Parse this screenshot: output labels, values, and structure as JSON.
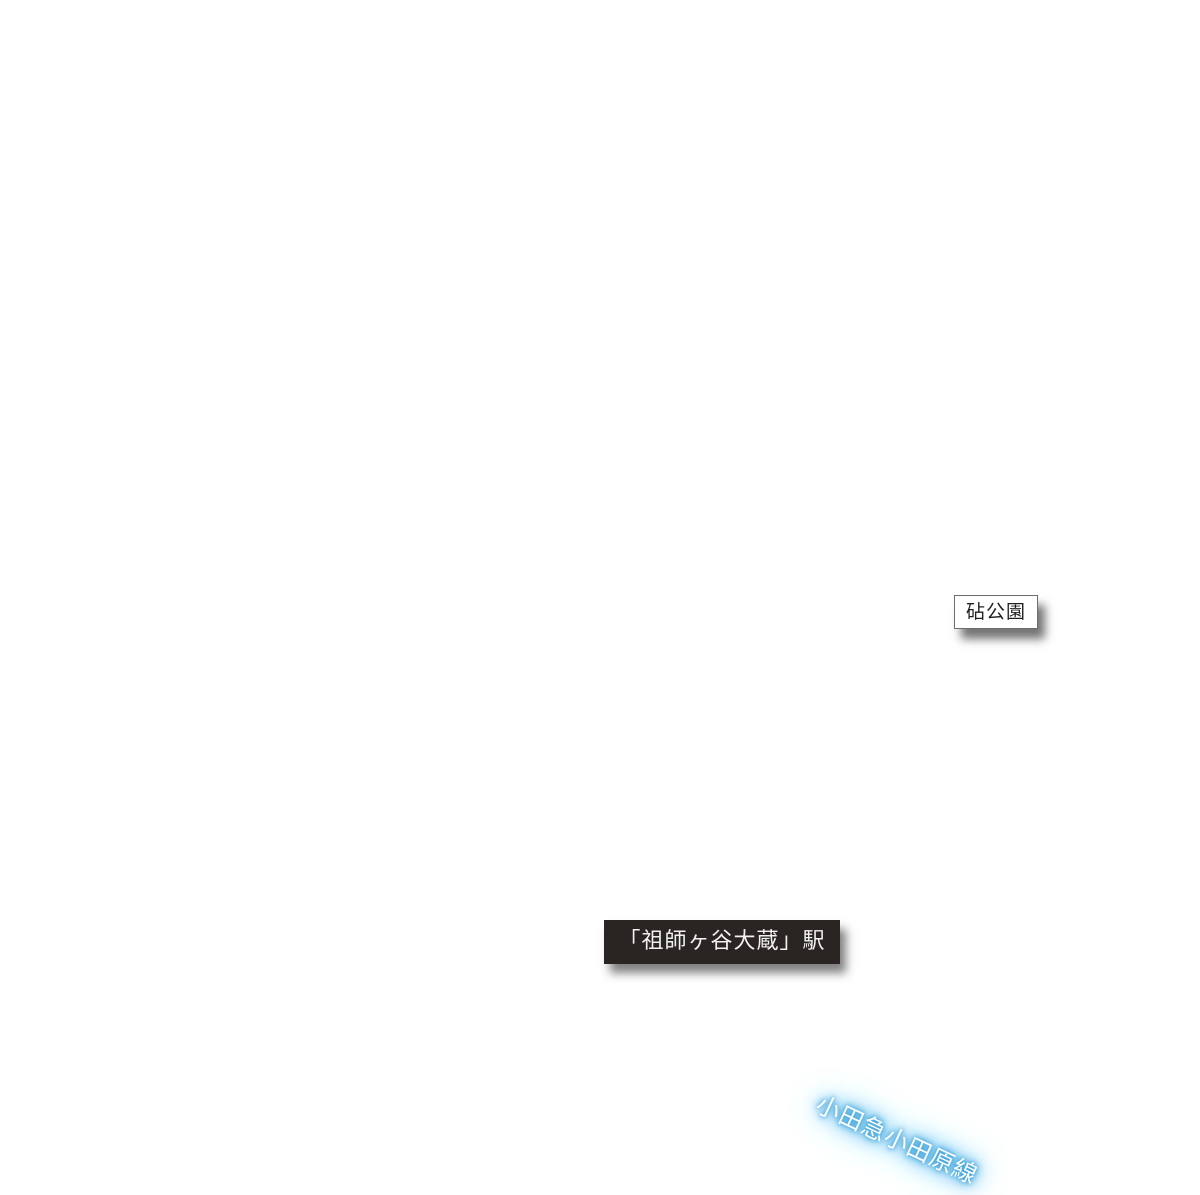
{
  "map": {
    "labels": {
      "park": "砧公園",
      "station": "「祖師ヶ谷大蔵」駅",
      "rail_line": "小田急小田原線"
    },
    "colors": {
      "background": "#ffffff",
      "station_box": "#2a2522",
      "rail_line_glow": "#2a9ad8"
    }
  }
}
